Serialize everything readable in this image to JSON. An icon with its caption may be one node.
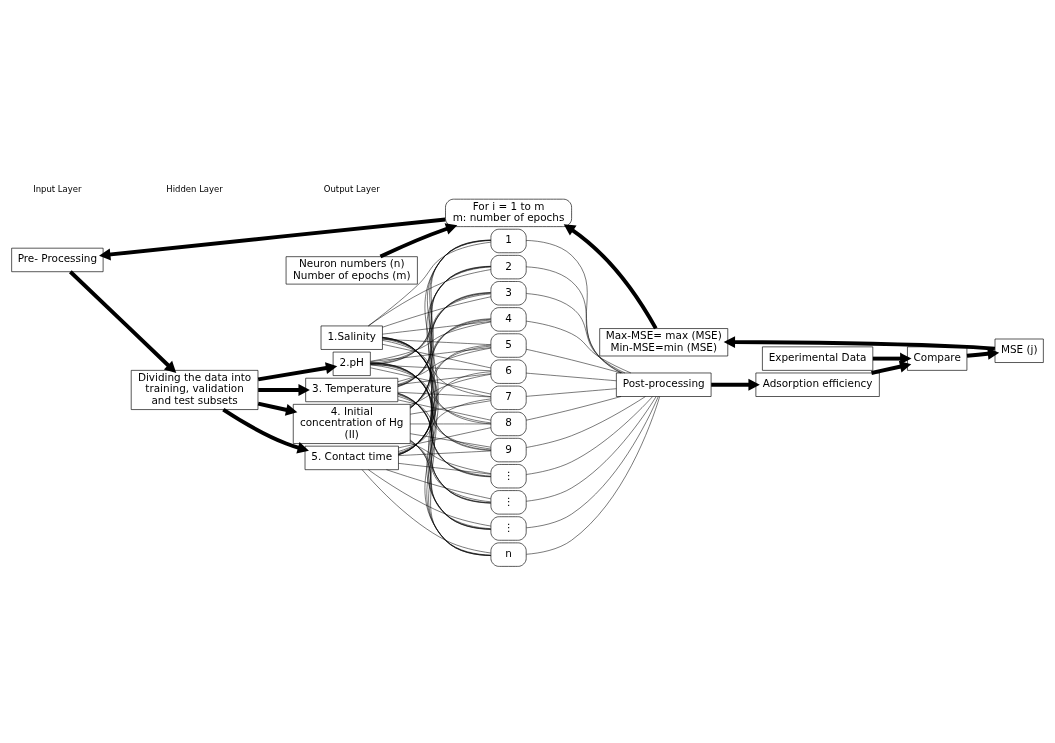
{
  "diagram": {
    "nodes": [
      {
        "text": [
          "Dividing the data into training, validation and test subsets"
        ]
      },
      {
        "text": [
          "1.Salinity"
        ]
      },
      {
        "text": [
          "2.pH"
        ]
      },
      {
        "text": [
          "3. Temperature"
        ]
      },
      {
        "text": [
          "4. Initial concentration of Hg (II)"
        ]
      },
      {
        "text": [
          "5. Contact time"
        ]
      },
      {
        "text": [
          "1"
        ]
      },
      {
        "text": [
          "2"
        ]
      },
      {
        "text": [
          "3"
        ]
      },
      {
        "text": [
          "4"
        ]
      },
      {
        "text": [
          "5"
        ]
      },
      {
        "text": [
          "6"
        ]
      },
      {
        "text": [
          "7"
        ]
      },
      {
        "text": [
          "8"
        ]
      },
      {
        "text": [
          "9"
        ]
      },
      {
        "text": [
          "⋮"
        ]
      },
      {
        "text": [
          "⋮"
        ]
      },
      {
        "text": [
          "⋮"
        ]
      },
      {
        "text": [
          "n"
        ]
      },
      {
        "text": [
          "Post-processing"
        ]
      },
      {
        "text": [
          "Adsorption efficiency"
        ]
      },
      {
        "text": [
          "Experimental Data"
        ]
      },
      {
        "text": [
          "Compare"
        ]
      },
      {
        "text": [
          "MSE (j)"
        ]
      },
      {
        "text": [
          "Max-MSE= max (MSE)",
          "Min-MSE=min (MSE)"
        ]
      },
      {
        "text": [
          "For i = 1 to m",
          "m: number of epochs"
        ]
      },
      {
        "text": [
          "Neuron numbers (n)",
          "Number of epochs (m)"
        ]
      },
      {
        "text": [
          "Pre- Processing"
        ]
      }
    ],
    "edges": [
      {
        "from": 0,
        "to": 2,
        "arrow": "to",
        "style": "thick"
      },
      {
        "from": 0,
        "to": 3,
        "arrow": "to",
        "style": "thick"
      },
      {
        "from": 0,
        "to": 4,
        "arrow": "to",
        "style": "thick"
      },
      {
        "from": 0,
        "to": 5,
        "arrow": "to",
        "style": "thick"
      },
      {
        "from": 1,
        "to": 6,
        "arrow": "none"
      },
      {
        "from": 1,
        "to": 7,
        "arrow": "none"
      },
      {
        "from": 1,
        "to": 8,
        "arrow": "none"
      },
      {
        "from": 1,
        "to": 9,
        "arrow": "none"
      },
      {
        "from": 1,
        "to": 10,
        "arrow": "none"
      },
      {
        "from": 1,
        "to": 11,
        "arrow": "none"
      },
      {
        "from": 1,
        "to": 12,
        "arrow": "none"
      },
      {
        "from": 1,
        "to": 13,
        "arrow": "none"
      },
      {
        "from": 1,
        "to": 14,
        "arrow": "none"
      },
      {
        "from": 1,
        "to": 15,
        "arrow": "none"
      },
      {
        "from": 1,
        "to": 16,
        "arrow": "none"
      },
      {
        "from": 1,
        "to": 17,
        "arrow": "none"
      },
      {
        "from": 1,
        "to": 18,
        "arrow": "none"
      },
      {
        "from": 2,
        "to": 6,
        "arrow": "none"
      },
      {
        "from": 2,
        "to": 7,
        "arrow": "none"
      },
      {
        "from": 2,
        "to": 8,
        "arrow": "none"
      },
      {
        "from": 2,
        "to": 9,
        "arrow": "none"
      },
      {
        "from": 2,
        "to": 10,
        "arrow": "none"
      },
      {
        "from": 2,
        "to": 11,
        "arrow": "none"
      },
      {
        "from": 2,
        "to": 12,
        "arrow": "none"
      },
      {
        "from": 2,
        "to": 13,
        "arrow": "none"
      },
      {
        "from": 2,
        "to": 14,
        "arrow": "none"
      },
      {
        "from": 2,
        "to": 15,
        "arrow": "none"
      },
      {
        "from": 2,
        "to": 16,
        "arrow": "none"
      },
      {
        "from": 2,
        "to": 17,
        "arrow": "none"
      },
      {
        "from": 2,
        "to": 18,
        "arrow": "none"
      },
      {
        "from": 3,
        "to": 6,
        "arrow": "none"
      },
      {
        "from": 3,
        "to": 7,
        "arrow": "none"
      },
      {
        "from": 3,
        "to": 8,
        "arrow": "none"
      },
      {
        "from": 3,
        "to": 9,
        "arrow": "none"
      },
      {
        "from": 3,
        "to": 10,
        "arrow": "none"
      },
      {
        "from": 3,
        "to": 11,
        "arrow": "none"
      },
      {
        "from": 3,
        "to": 12,
        "arrow": "none"
      },
      {
        "from": 3,
        "to": 13,
        "arrow": "none"
      },
      {
        "from": 3,
        "to": 14,
        "arrow": "none"
      },
      {
        "from": 3,
        "to": 15,
        "arrow": "none"
      },
      {
        "from": 3,
        "to": 16,
        "arrow": "none"
      },
      {
        "from": 3,
        "to": 17,
        "arrow": "none"
      },
      {
        "from": 3,
        "to": 18,
        "arrow": "none"
      },
      {
        "from": 4,
        "to": 6,
        "arrow": "none"
      },
      {
        "from": 4,
        "to": 7,
        "arrow": "none"
      },
      {
        "from": 4,
        "to": 8,
        "arrow": "none"
      },
      {
        "from": 4,
        "to": 9,
        "arrow": "none"
      },
      {
        "from": 4,
        "to": 10,
        "arrow": "none"
      },
      {
        "from": 4,
        "to": 11,
        "arrow": "none"
      },
      {
        "from": 4,
        "to": 12,
        "arrow": "none"
      },
      {
        "from": 4,
        "to": 13,
        "arrow": "none"
      },
      {
        "from": 4,
        "to": 14,
        "arrow": "none"
      },
      {
        "from": 4,
        "to": 15,
        "arrow": "none"
      },
      {
        "from": 4,
        "to": 16,
        "arrow": "none"
      },
      {
        "from": 4,
        "to": 17,
        "arrow": "none"
      },
      {
        "from": 4,
        "to": 18,
        "arrow": "none"
      },
      {
        "from": 5,
        "to": 6,
        "arrow": "none"
      },
      {
        "from": 5,
        "to": 7,
        "arrow": "none"
      },
      {
        "from": 5,
        "to": 8,
        "arrow": "none"
      },
      {
        "from": 5,
        "to": 9,
        "arrow": "none"
      },
      {
        "from": 5,
        "to": 10,
        "arrow": "none"
      },
      {
        "from": 5,
        "to": 11,
        "arrow": "none"
      },
      {
        "from": 5,
        "to": 12,
        "arrow": "none"
      },
      {
        "from": 5,
        "to": 13,
        "arrow": "none"
      },
      {
        "from": 5,
        "to": 14,
        "arrow": "none"
      },
      {
        "from": 5,
        "to": 15,
        "arrow": "none"
      },
      {
        "from": 5,
        "to": 16,
        "arrow": "none"
      },
      {
        "from": 5,
        "to": 17,
        "arrow": "none"
      },
      {
        "from": 5,
        "to": 18,
        "arrow": "none"
      },
      {
        "from": 6,
        "to": 19,
        "arrow": "none"
      },
      {
        "from": 7,
        "to": 19,
        "arrow": "none"
      },
      {
        "from": 8,
        "to": 19,
        "arrow": "none"
      },
      {
        "from": 9,
        "to": 19,
        "arrow": "none"
      },
      {
        "from": 10,
        "to": 19,
        "arrow": "none"
      },
      {
        "from": 11,
        "to": 19,
        "arrow": "none"
      },
      {
        "from": 12,
        "to": 19,
        "arrow": "none"
      },
      {
        "from": 13,
        "to": 19,
        "arrow": "none"
      },
      {
        "from": 14,
        "to": 19,
        "arrow": "none"
      },
      {
        "from": 15,
        "to": 19,
        "arrow": "none"
      },
      {
        "from": 16,
        "to": 19,
        "arrow": "none"
      },
      {
        "from": 17,
        "to": 19,
        "arrow": "none"
      },
      {
        "from": 18,
        "to": 19,
        "arrow": "none"
      },
      {
        "from": 19,
        "to": 20,
        "arrow": "to",
        "style": "thick"
      },
      {
        "from": 20,
        "to": 22,
        "arrow": "to",
        "style": "thick"
      },
      {
        "from": 21,
        "to": 22,
        "arrow": "to",
        "style": "thick"
      },
      {
        "from": 22,
        "to": 23,
        "arrow": "to",
        "style": "thick"
      },
      {
        "from": 23,
        "to": 24,
        "arrow": "to",
        "style": "thick"
      },
      {
        "from": 24,
        "to": 25,
        "arrow": "to",
        "style": "thick"
      },
      {
        "from": 26,
        "to": 25,
        "arrow": "to",
        "style": "thick"
      },
      {
        "from": 25,
        "to": 27,
        "arrow": "to",
        "style": "thick"
      },
      {
        "from": 27,
        "to": 0,
        "arrow": "to",
        "style": "thick"
      }
    ],
    "labels": [
      "Input Layer",
      "Hidden Layer",
      "Output Layer"
    ]
  }
}
